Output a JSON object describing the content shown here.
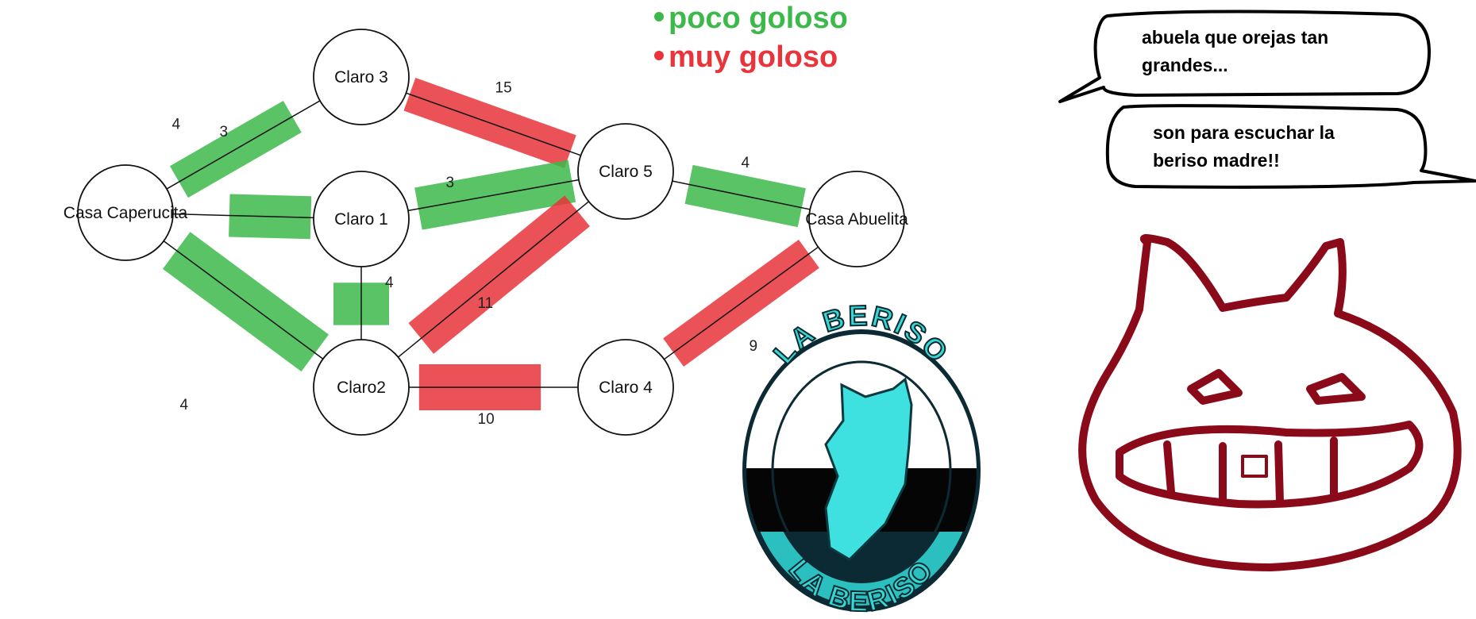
{
  "legend": {
    "items": [
      {
        "label": "poco goloso",
        "color": "#3cb94a"
      },
      {
        "label": "muy goloso",
        "color": "#e8343a"
      }
    ]
  },
  "graph": {
    "nodes": [
      {
        "id": "casa_caperucita",
        "label": "Casa Caperucita"
      },
      {
        "id": "claro3",
        "label": "Claro 3"
      },
      {
        "id": "claro1",
        "label": "Claro 1"
      },
      {
        "id": "claro2",
        "label": "Claro2"
      },
      {
        "id": "claro5",
        "label": "Claro 5"
      },
      {
        "id": "claro4",
        "label": "Claro 4"
      },
      {
        "id": "casa_abuelita",
        "label": "Casa Abuelita"
      }
    ],
    "edges": [
      {
        "from": "casa_caperucita",
        "to": "claro3",
        "weight": "4",
        "highlight": "poco goloso"
      },
      {
        "from": "casa_caperucita",
        "to": "claro1",
        "weight": "3",
        "highlight": "poco goloso"
      },
      {
        "from": "casa_caperucita",
        "to": "claro2",
        "weight": "4",
        "highlight": "poco goloso"
      },
      {
        "from": "claro3",
        "to": "claro5",
        "weight": "15",
        "highlight": "muy goloso"
      },
      {
        "from": "claro1",
        "to": "claro5",
        "weight": "3",
        "highlight": "poco goloso"
      },
      {
        "from": "claro1",
        "to": "claro2",
        "weight": "4",
        "highlight": "poco goloso"
      },
      {
        "from": "claro2",
        "to": "claro5",
        "weight": "11",
        "highlight": "muy goloso"
      },
      {
        "from": "claro2",
        "to": "claro4",
        "weight": "10",
        "highlight": "muy goloso"
      },
      {
        "from": "claro5",
        "to": "casa_abuelita",
        "weight": "4",
        "highlight": "poco goloso"
      },
      {
        "from": "claro4",
        "to": "casa_abuelita",
        "weight": "9",
        "highlight": "muy goloso"
      }
    ]
  },
  "speech_bubbles": [
    {
      "lines": [
        "abuela que orejas tan",
        "grandes..."
      ]
    },
    {
      "lines": [
        "son para escuchar la",
        "beriso madre!!"
      ]
    }
  ],
  "logo": {
    "text_top": "LA BERISO",
    "text_bottom": "LA BERISO",
    "ring_color": "#2bbfbf"
  },
  "drawing": {
    "icon": "grinning-cat-face-drawing",
    "stroke_color": "#8b0a1a"
  }
}
